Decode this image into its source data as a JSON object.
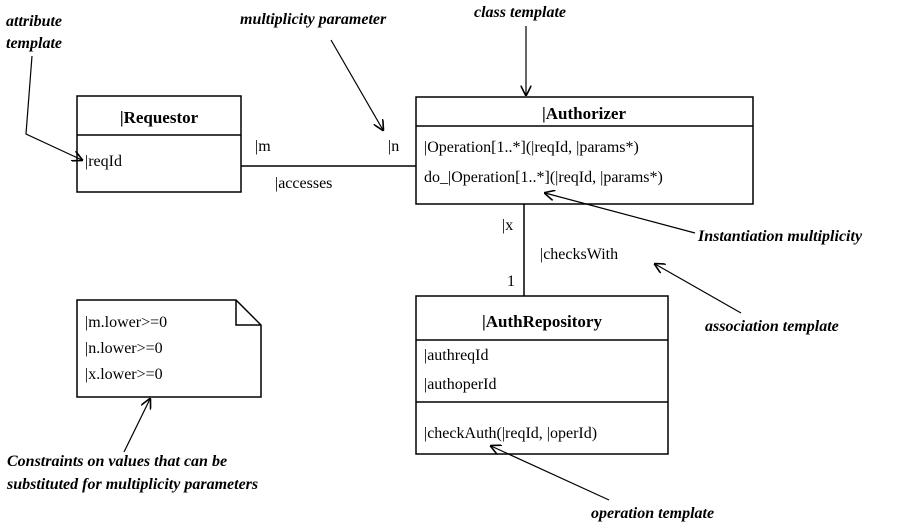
{
  "classes": {
    "requestor": {
      "name": "|Requestor",
      "attributes": [
        "|reqId"
      ]
    },
    "authorizer": {
      "name": "|Authorizer",
      "operations": [
        "|Operation[1..*](|reqId, |params*)",
        "do_|Operation[1..*](|reqId, |params*)"
      ]
    },
    "authrepository": {
      "name": "|AuthRepository",
      "attributes": [
        "|authreqId",
        "|authoperId"
      ],
      "operations": [
        "|checkAuth(|reqId, |operId)"
      ]
    }
  },
  "associations": {
    "accesses": {
      "name": "|accesses",
      "end_requestor": "|m",
      "end_authorizer": "|n"
    },
    "checks_with": {
      "name": "|checksWith",
      "end_authorizer": "|x",
      "end_repository": "1"
    }
  },
  "constraint_note": {
    "lines": [
      "|m.lower>=0",
      "|n.lower>=0",
      "|x.lower>=0"
    ]
  },
  "callouts": {
    "attribute_template": [
      "attribute",
      "template"
    ],
    "multiplicity_parameter": "multiplicity parameter",
    "class_template": "class template",
    "instantiation_multiplicity": "Instantiation multiplicity",
    "association_template": "association template",
    "constraints": [
      "Constraints on values that can be",
      "substituted for multiplicity parameters"
    ],
    "operation_template": "operation template"
  }
}
